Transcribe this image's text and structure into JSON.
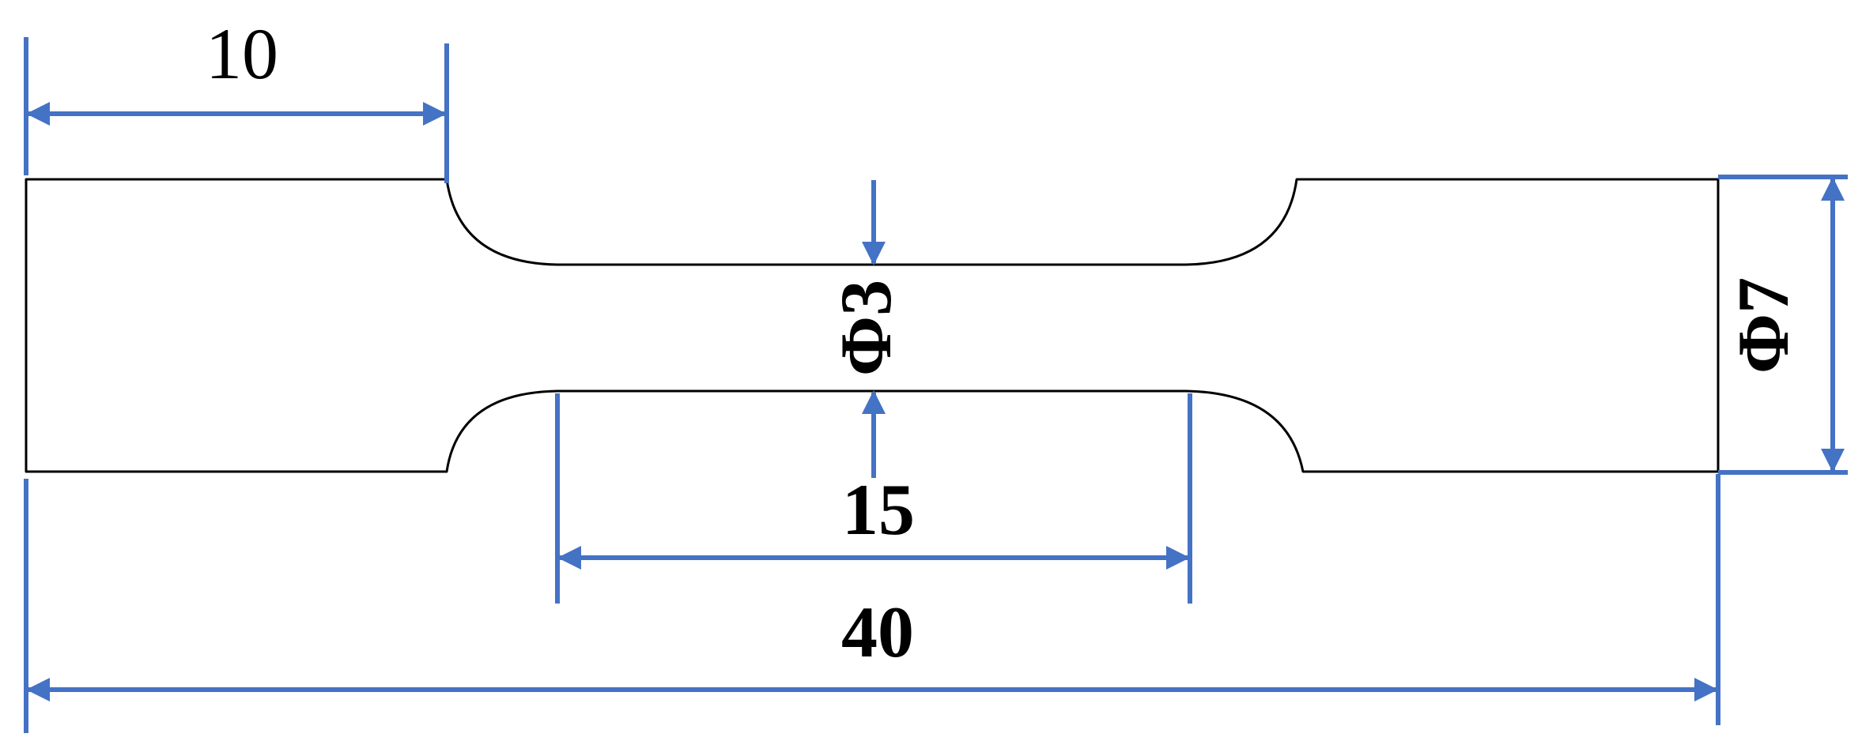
{
  "colors": {
    "outline": "#000000",
    "dimension": "#4472C4",
    "text": "#000000",
    "background": "#ffffff"
  },
  "labels": {
    "grip_length": "10",
    "gauge_length": "15",
    "total_length": "40",
    "gauge_diameter": "Φ3",
    "grip_diameter": "Φ7"
  }
}
